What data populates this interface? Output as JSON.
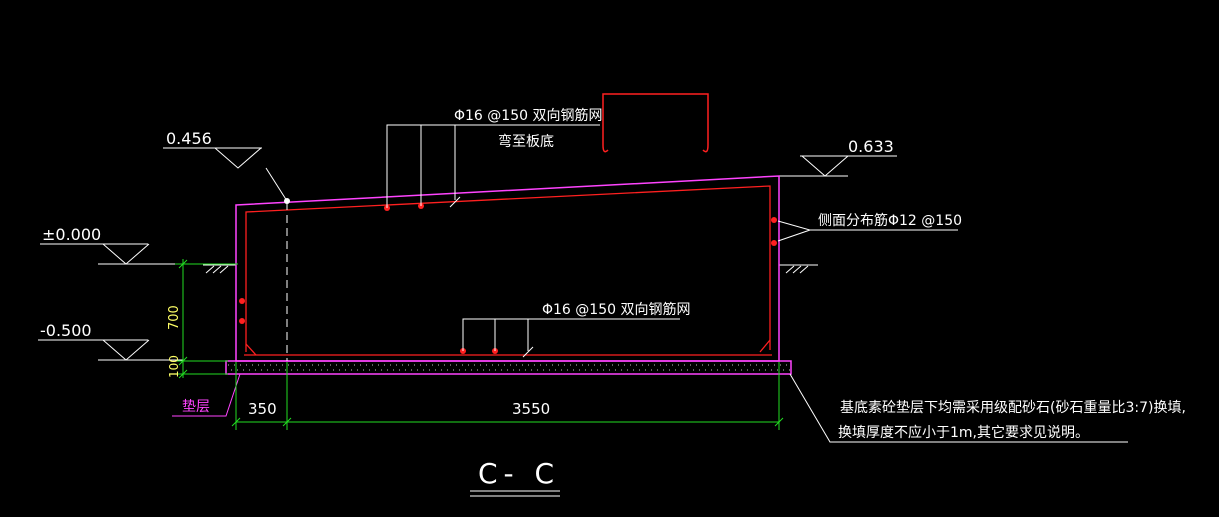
{
  "drawing": {
    "title": "C- C",
    "levels": {
      "top_left": "0.456",
      "top_right": "0.633",
      "ground": "±0.000",
      "bottom": "-0.500"
    },
    "annotations": {
      "top_rebar_line1": "Φ16 @150 双向钢筋网",
      "top_rebar_line2": "弯至板底",
      "side_rebar": "侧面分布筋Φ12 @150",
      "bottom_rebar": "Φ16 @150 双向钢筋网",
      "cushion_label": "垫层",
      "note_line1": "基底素砼垫层下均需采用级配砂石(砂石重量比3:7)换填,",
      "note_line2": "换填厚度不应小于1m,其它要求见说明。"
    },
    "dimensions": {
      "horizontal": [
        "350",
        "3550"
      ],
      "vertical": [
        "700",
        "100"
      ]
    },
    "colors": {
      "background": "#000000",
      "outline": "#ff44ff",
      "rebar": "#ff2020",
      "dimension": "#22dd22",
      "text": "#ffffff",
      "annotation": "#ffffff"
    }
  }
}
